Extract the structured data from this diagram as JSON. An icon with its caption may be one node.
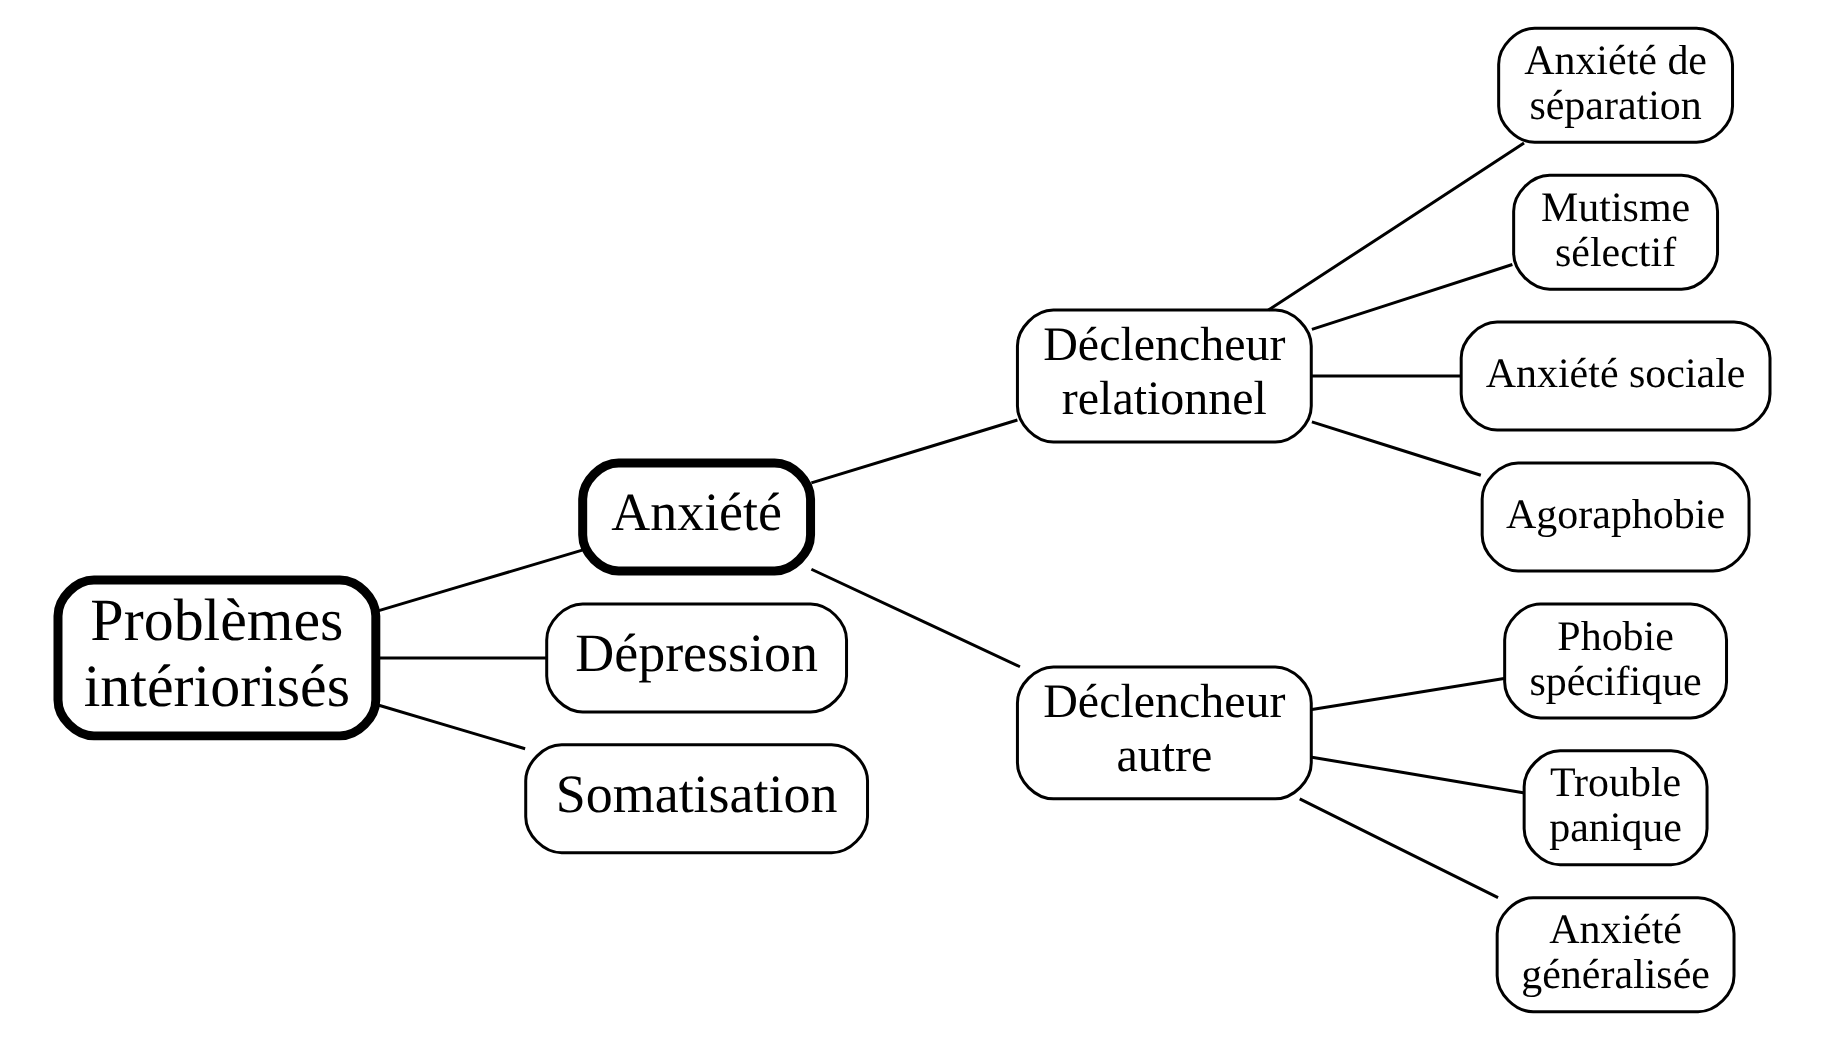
{
  "diagram": {
    "nodes": [
      {
        "text": [
          "Problèmes intériorisés"
        ]
      },
      {
        "text": [
          "Anxiété"
        ]
      },
      {
        "text": [
          "Dépression"
        ]
      },
      {
        "text": [
          "Somatisation"
        ]
      },
      {
        "text": [
          "Déclencheur relationnel"
        ]
      },
      {
        "text": [
          "Déclencheur autre"
        ]
      },
      {
        "text": [
          "Anxiété de séparation"
        ]
      },
      {
        "text": [
          "Mutisme sélectif"
        ]
      },
      {
        "text": [
          "Anxiété sociale"
        ]
      },
      {
        "text": [
          "Agoraphobie"
        ]
      },
      {
        "text": [
          "Phobie spécifique"
        ]
      },
      {
        "text": [
          "Trouble panique"
        ]
      },
      {
        "text": [
          "Anxiété généralisée"
        ]
      }
    ],
    "edges": [
      {
        "from": 0,
        "to": 1,
        "arrow": "none"
      },
      {
        "from": 0,
        "to": 2,
        "arrow": "none"
      },
      {
        "from": 0,
        "to": 3,
        "arrow": "none"
      },
      {
        "from": 1,
        "to": 4,
        "arrow": "none"
      },
      {
        "from": 1,
        "to": 5,
        "arrow": "none"
      },
      {
        "from": 4,
        "to": 6,
        "arrow": "none"
      },
      {
        "from": 4,
        "to": 7,
        "arrow": "none"
      },
      {
        "from": 4,
        "to": 8,
        "arrow": "none"
      },
      {
        "from": 4,
        "to": 9,
        "arrow": "none"
      },
      {
        "from": 5,
        "to": 10,
        "arrow": "none"
      },
      {
        "from": 5,
        "to": 11,
        "arrow": "none"
      },
      {
        "from": 5,
        "to": 12,
        "arrow": "none"
      }
    ]
  }
}
